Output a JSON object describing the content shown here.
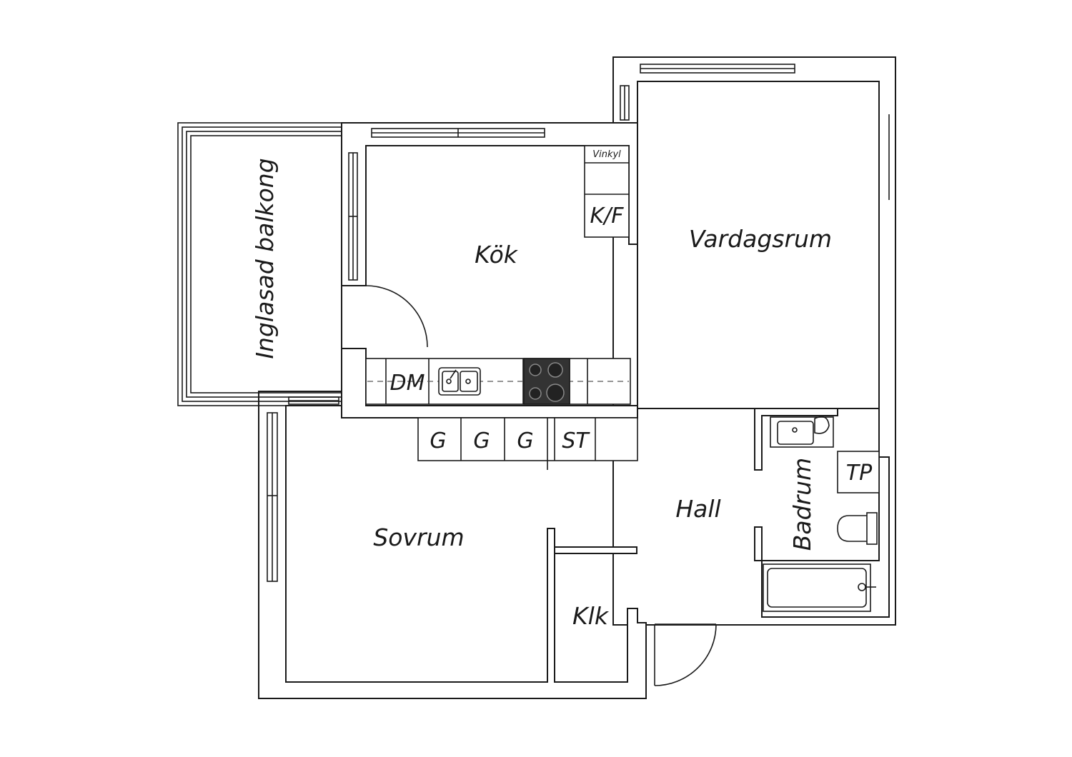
{
  "rooms": {
    "balcony": "Inglasad balkong",
    "kitchen": "Kök",
    "living": "Vardagsrum",
    "hall": "Hall",
    "bedroom": "Sovrum",
    "closet": "Klk",
    "bathroom": "Badrum"
  },
  "fixtures": {
    "corner_cabinet": "Vinkyl",
    "fridge_freezer": "K/F",
    "dishwasher": "DM",
    "wardrobe_1": "G",
    "wardrobe_2": "G",
    "wardrobe_3": "G",
    "storage": "ST",
    "dryer": "TP"
  }
}
